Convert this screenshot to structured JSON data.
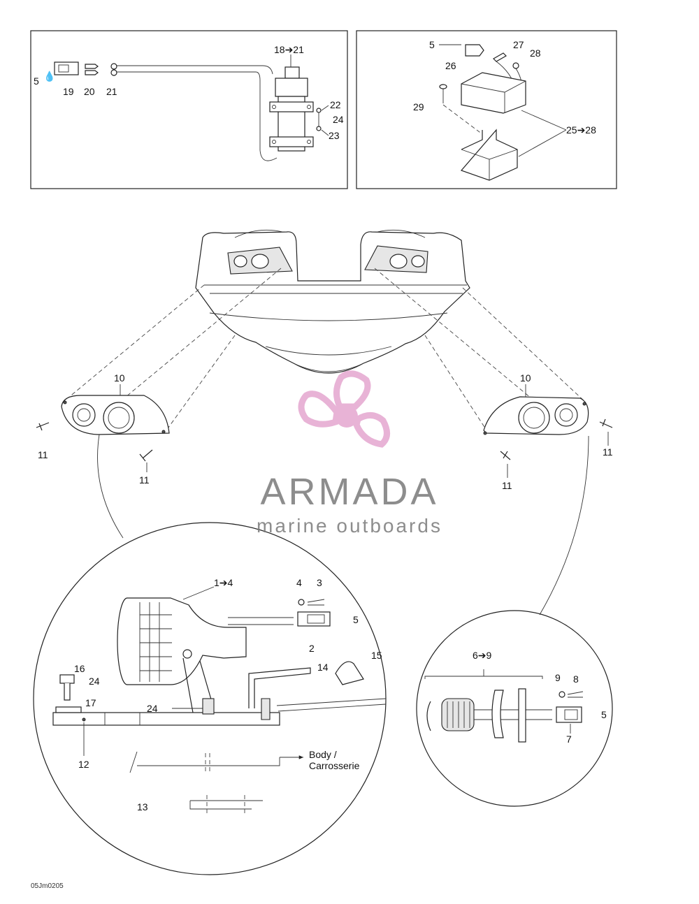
{
  "labels": {
    "p5_a": "5",
    "p19": "19",
    "p20": "20",
    "p21": "21",
    "p18_21": "18➔21",
    "p22": "22",
    "p24_a": "24",
    "p23": "23",
    "p5_b": "5",
    "p27": "27",
    "p28": "28",
    "p26": "26",
    "p29": "29",
    "p25_28": "25➔28",
    "p10_l": "10",
    "p11_l1": "11",
    "p11_l2": "11",
    "p10_r": "10",
    "p11_r1": "11",
    "p11_r2": "11",
    "p1_4": "1➔4",
    "p4": "4",
    "p3": "3",
    "p5_c": "5",
    "p2": "2",
    "p14": "14",
    "p15": "15",
    "p16": "16",
    "p24_b": "24",
    "p17": "17",
    "p24_c": "24",
    "p12": "12",
    "p13": "13",
    "body_en": "Body /",
    "body_fr": "Carrosserie",
    "p6_9": "6➔9",
    "p9": "9",
    "p8": "8",
    "p5_d": "5",
    "p7": "7"
  },
  "watermark": {
    "brand": "ARMADA",
    "tagline": "marine outboards",
    "brand_color": "#7a7a7a",
    "logo_color": "#e4a6cf"
  },
  "drawing_code": "05Jm0205"
}
